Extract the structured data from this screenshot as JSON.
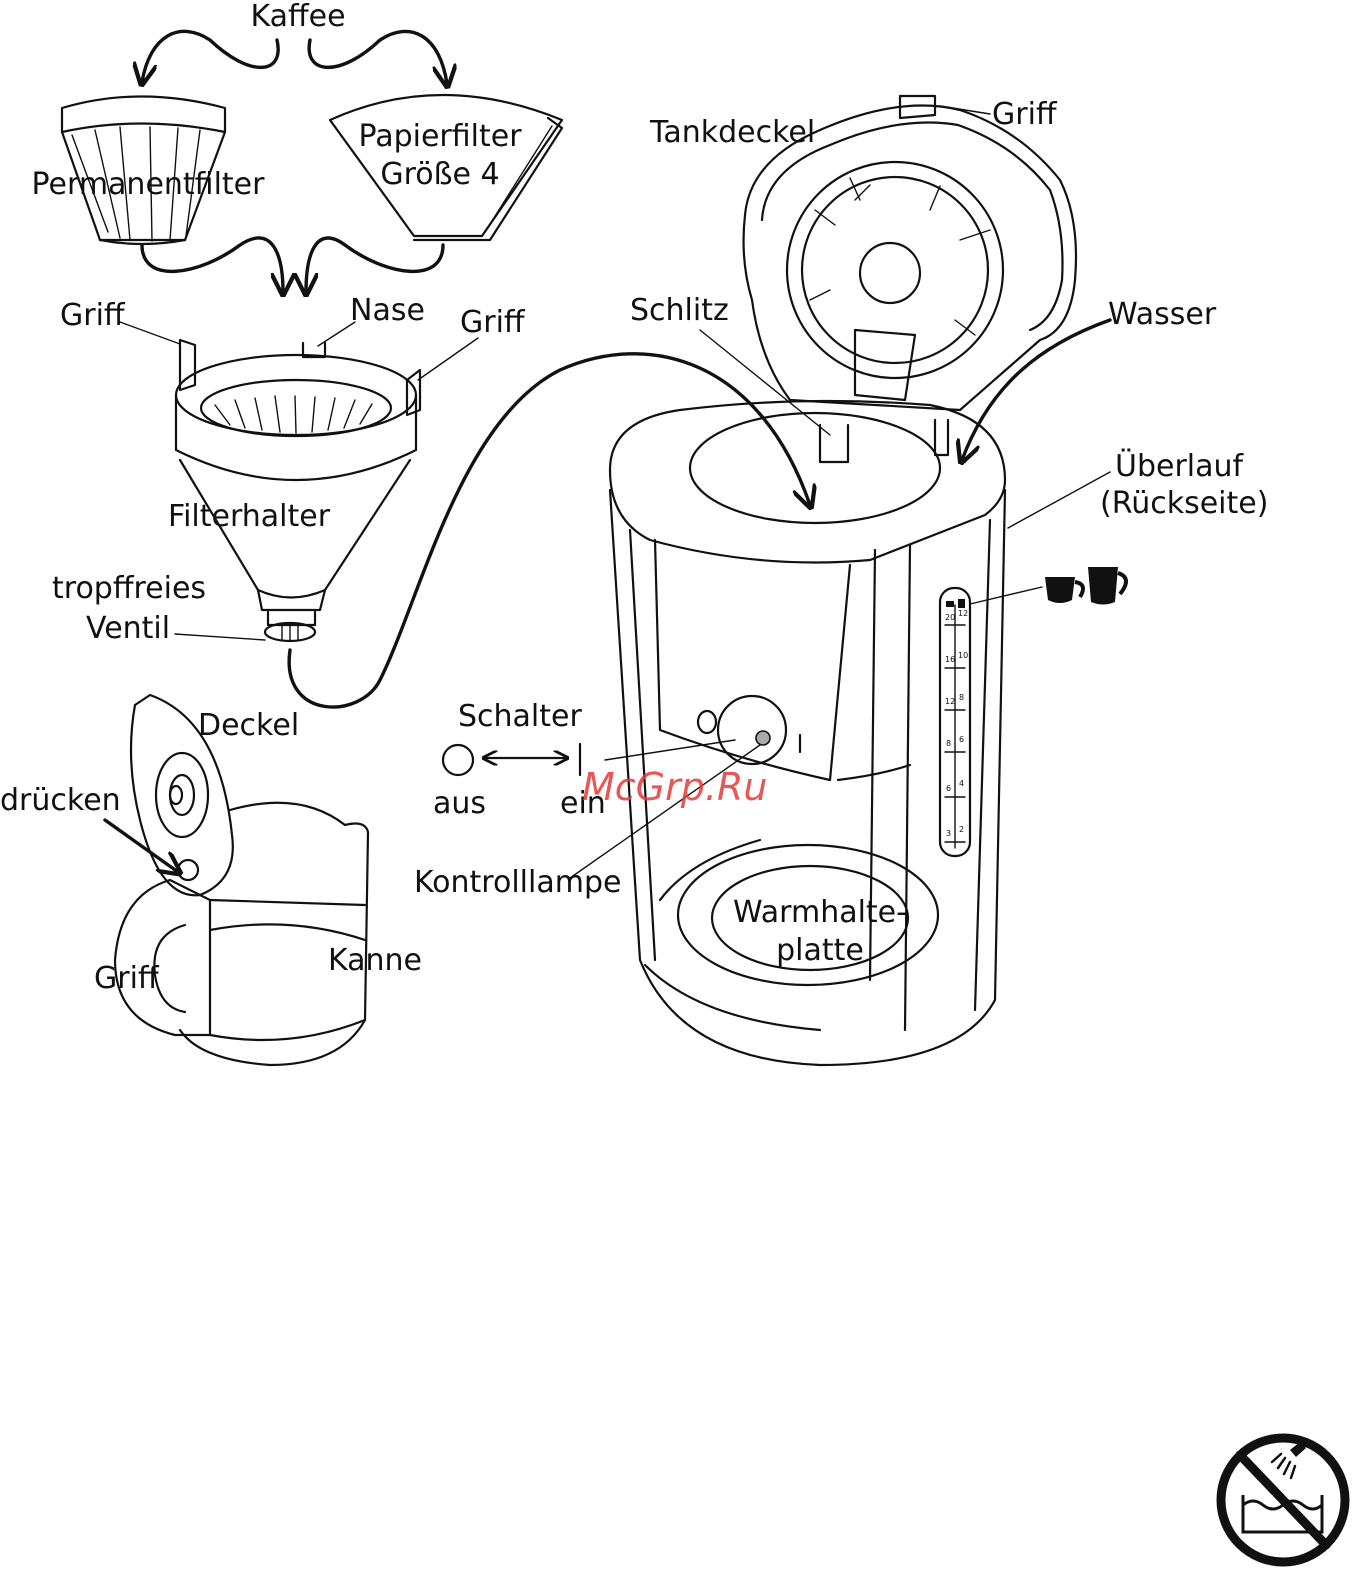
{
  "labels": {
    "kaffee": "Kaffee",
    "permanentfilter": "Permanentfilter",
    "papierfilter_1": "Papierfilter",
    "papierfilter_2": "Größe 4",
    "griff_left": "Griff",
    "nase": "Nase",
    "griff_right": "Griff",
    "filterhalter": "Filterhalter",
    "ventil_1": "tropffreies",
    "ventil_2": "Ventil",
    "tankdeckel": "Tankdeckel",
    "griff_top": "Griff",
    "schlitz": "Schlitz",
    "wasser": "Wasser",
    "ueberlauf_1": "Überlauf",
    "ueberlauf_2": "(Rückseite)",
    "deckel": "Deckel",
    "druecken": "drücken",
    "griff_kanne": "Griff",
    "kanne": "Kanne",
    "schalter": "Schalter",
    "aus": "aus",
    "ein": "ein",
    "kontrolllampe": "Kontrolllampe",
    "warmhalte_1": "Warmhalte-",
    "warmhalte_2": "platte"
  },
  "scale": {
    "left": [
      "20",
      "16",
      "12",
      "8",
      "6",
      "3"
    ],
    "right": [
      "12",
      "10",
      "8",
      "6",
      "4",
      "2"
    ]
  },
  "watermark": "McGrp.Ru"
}
